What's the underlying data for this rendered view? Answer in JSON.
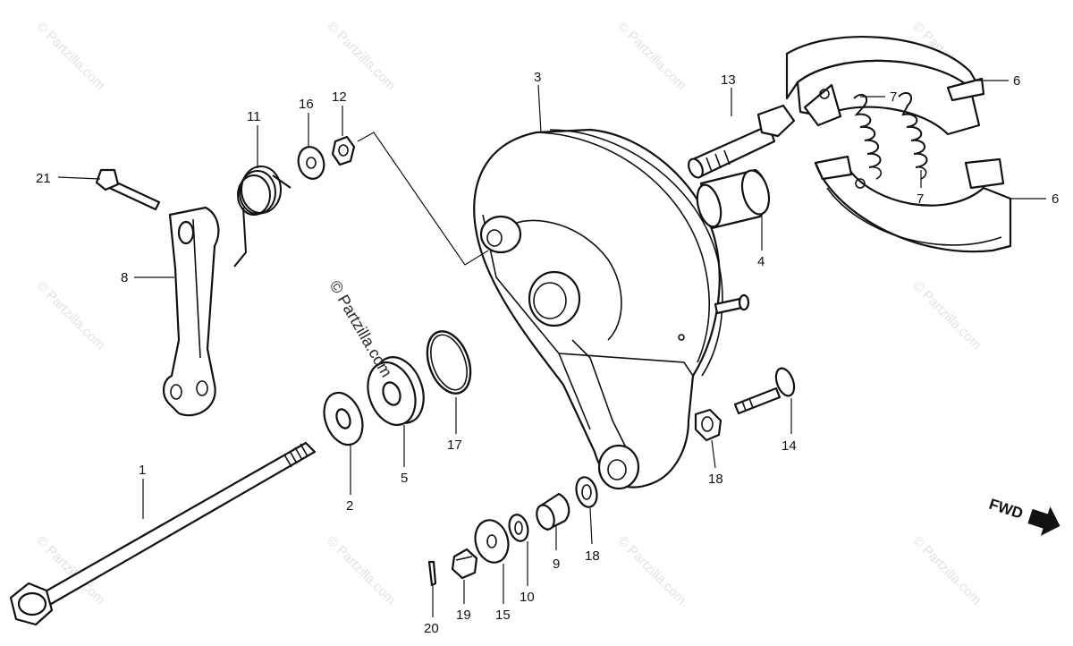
{
  "watermark": {
    "text": "© Partzilla.com"
  },
  "direction_label": "FWD",
  "callouts": [
    {
      "id": "1",
      "label": "1"
    },
    {
      "id": "2",
      "label": "2"
    },
    {
      "id": "3",
      "label": "3"
    },
    {
      "id": "4",
      "label": "4"
    },
    {
      "id": "5",
      "label": "5"
    },
    {
      "id": "6a",
      "label": "6"
    },
    {
      "id": "6b",
      "label": "6"
    },
    {
      "id": "7a",
      "label": "7"
    },
    {
      "id": "7b",
      "label": "7"
    },
    {
      "id": "8",
      "label": "8"
    },
    {
      "id": "9",
      "label": "9"
    },
    {
      "id": "10",
      "label": "10"
    },
    {
      "id": "11",
      "label": "11"
    },
    {
      "id": "12",
      "label": "12"
    },
    {
      "id": "13",
      "label": "13"
    },
    {
      "id": "14",
      "label": "14"
    },
    {
      "id": "15",
      "label": "15"
    },
    {
      "id": "16",
      "label": "16"
    },
    {
      "id": "17",
      "label": "17"
    },
    {
      "id": "18a",
      "label": "18"
    },
    {
      "id": "18b",
      "label": "18"
    },
    {
      "id": "19",
      "label": "19"
    },
    {
      "id": "20",
      "label": "20"
    },
    {
      "id": "21",
      "label": "21"
    }
  ]
}
